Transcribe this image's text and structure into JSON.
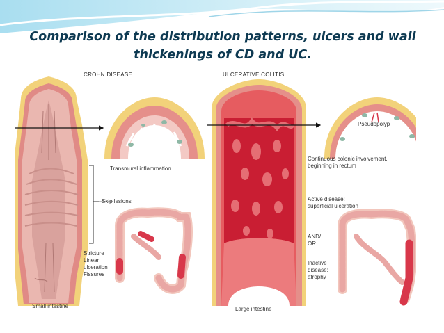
{
  "title": {
    "line1": "Comparison of the distribution patterns, ulcers and wall",
    "line2": "thickenings of CD and UC."
  },
  "crohn": {
    "heading": "CROHN DISEASE",
    "transmural": "Transmural inflammation",
    "skip": "Skip lesions",
    "stricture": [
      "Stricture",
      "Linear",
      "ulceration",
      "Fissures"
    ],
    "small_intestine": "Small intestine"
  },
  "uc": {
    "heading": "ULCERATIVE COLITIS",
    "pseudopolyp": "Pseudopolyp",
    "continuous": [
      "Continuous colonic involvement,",
      "beginning in rectum"
    ],
    "active": [
      "Active disease:",
      "superficial ulceration"
    ],
    "and_or": [
      "AND/",
      "OR"
    ],
    "inactive": [
      "Inactive",
      "disease:",
      "atrophy"
    ],
    "large_intestine": "Large intestine"
  },
  "colors": {
    "title": "#0e3a52",
    "serosa_fat": "#f2d27a",
    "wall_pink": "#e9a7a4",
    "mucosa_red": "#d8374a",
    "lumen": "#f7e9e4",
    "header_blue": "#bfe6f2"
  }
}
